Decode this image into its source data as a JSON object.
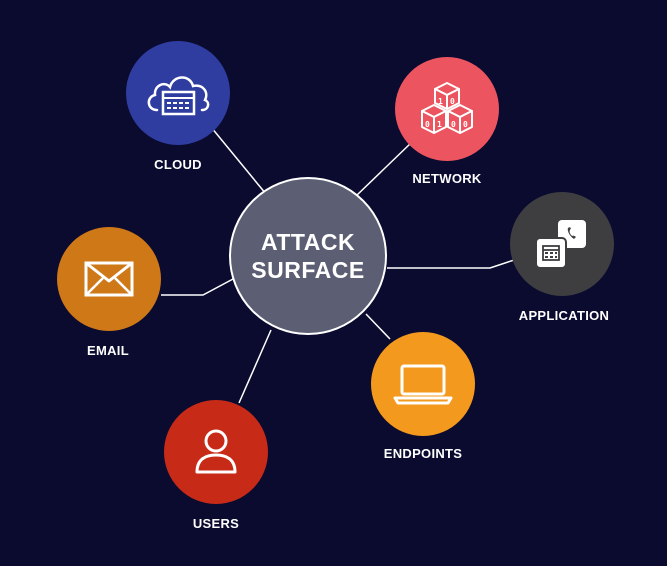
{
  "center": {
    "line1": "ATTACK",
    "line2": "SURFACE",
    "color": "#5c5f73"
  },
  "nodes": [
    {
      "id": "cloud",
      "label": "CLOUD",
      "color": "#2f3da0",
      "icon": "cloud-server-icon"
    },
    {
      "id": "network",
      "label": "NETWORK",
      "color": "#ec5560",
      "icon": "binary-cubes-icon"
    },
    {
      "id": "application",
      "label": "APPLICATION",
      "color": "#3e3e40",
      "icon": "app-windows-icon"
    },
    {
      "id": "endpoints",
      "label": "ENDPOINTS",
      "color": "#f39a1e",
      "icon": "laptop-icon"
    },
    {
      "id": "users",
      "label": "USERS",
      "color": "#c72a17",
      "icon": "user-icon"
    },
    {
      "id": "email",
      "label": "EMAIL",
      "color": "#ce7817",
      "icon": "envelope-icon"
    }
  ],
  "background": "#0b0b30"
}
